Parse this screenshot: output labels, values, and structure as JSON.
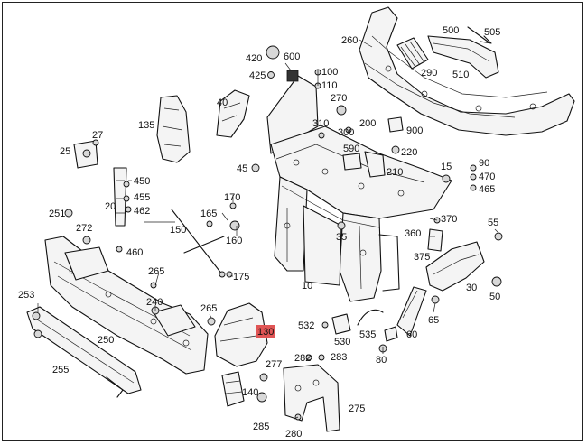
{
  "callouts": {
    "c10": "10",
    "c15": "15",
    "c20": "20",
    "c25": "25",
    "c27": "27",
    "c30": "30",
    "c35": "35",
    "c40": "40",
    "c45": "45",
    "c50": "50",
    "c55": "55",
    "c60": "60",
    "c65": "65",
    "c80": "80",
    "c90": "90",
    "c100": "100",
    "c110": "110",
    "c130": "130",
    "c135": "135",
    "c140": "140",
    "c150": "150",
    "c160": "160",
    "c165": "165",
    "c170": "170",
    "c175": "175",
    "c200": "200",
    "c210": "210",
    "c220": "220",
    "c240": "240",
    "c250": "250",
    "c251": "251",
    "c253": "253",
    "c255": "255",
    "c260": "260",
    "c265a": "265",
    "c265b": "265",
    "c270": "270",
    "c272": "272",
    "c275": "275",
    "c277": "277",
    "c280": "280",
    "c282": "282",
    "c283": "283",
    "c285": "285",
    "c290": "290",
    "c300": "300",
    "c310": "310",
    "c360": "360",
    "c370": "370",
    "c375": "375",
    "c420": "420",
    "c425": "425",
    "c450": "450",
    "c455": "455",
    "c460": "460",
    "c462": "462",
    "c465": "465",
    "c470": "470",
    "c500": "500",
    "c505": "505",
    "c510": "510",
    "c530": "530",
    "c532": "532",
    "c535": "535",
    "c590": "590",
    "c600": "600",
    "c900": "900"
  },
  "colors": {
    "highlight": "#e05555",
    "line": "#111111",
    "background": "#ffffff"
  }
}
